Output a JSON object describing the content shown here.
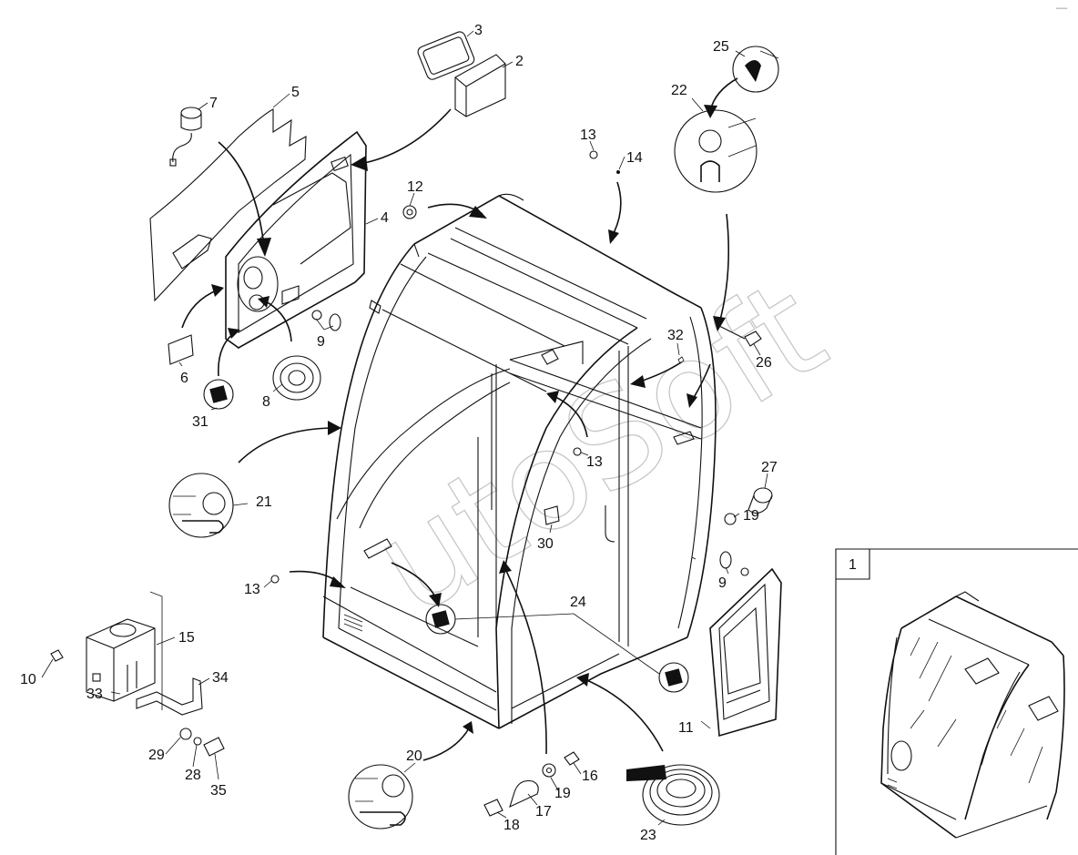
{
  "diagram": {
    "watermark": "utoSoft",
    "inset_label": "1",
    "corner_mark": "––",
    "callouts": [
      {
        "id": "c3",
        "label": "3"
      },
      {
        "id": "c2",
        "label": "2"
      },
      {
        "id": "c7",
        "label": "7"
      },
      {
        "id": "c5",
        "label": "5"
      },
      {
        "id": "c13a",
        "label": "13"
      },
      {
        "id": "c14",
        "label": "14"
      },
      {
        "id": "c25",
        "label": "25"
      },
      {
        "id": "c22",
        "label": "22"
      },
      {
        "id": "c12",
        "label": "12"
      },
      {
        "id": "c4",
        "label": "4"
      },
      {
        "id": "c9a",
        "label": "9"
      },
      {
        "id": "c6",
        "label": "6"
      },
      {
        "id": "c8",
        "label": "8"
      },
      {
        "id": "c31",
        "label": "31"
      },
      {
        "id": "c32",
        "label": "32"
      },
      {
        "id": "c26",
        "label": "26"
      },
      {
        "id": "c13b",
        "label": "13"
      },
      {
        "id": "c21",
        "label": "21"
      },
      {
        "id": "c27",
        "label": "27"
      },
      {
        "id": "c19a",
        "label": "19"
      },
      {
        "id": "c30",
        "label": "30"
      },
      {
        "id": "c9b",
        "label": "9"
      },
      {
        "id": "c13c",
        "label": "13"
      },
      {
        "id": "c24",
        "label": "24"
      },
      {
        "id": "c15",
        "label": "15"
      },
      {
        "id": "c10",
        "label": "10"
      },
      {
        "id": "c34",
        "label": "34"
      },
      {
        "id": "c33",
        "label": "33"
      },
      {
        "id": "c29",
        "label": "29"
      },
      {
        "id": "c28",
        "label": "28"
      },
      {
        "id": "c35",
        "label": "35"
      },
      {
        "id": "c11",
        "label": "11"
      },
      {
        "id": "c20",
        "label": "20"
      },
      {
        "id": "c16",
        "label": "16"
      },
      {
        "id": "c19b",
        "label": "19"
      },
      {
        "id": "c17",
        "label": "17"
      },
      {
        "id": "c18",
        "label": "18"
      },
      {
        "id": "c23",
        "label": "23"
      }
    ]
  }
}
